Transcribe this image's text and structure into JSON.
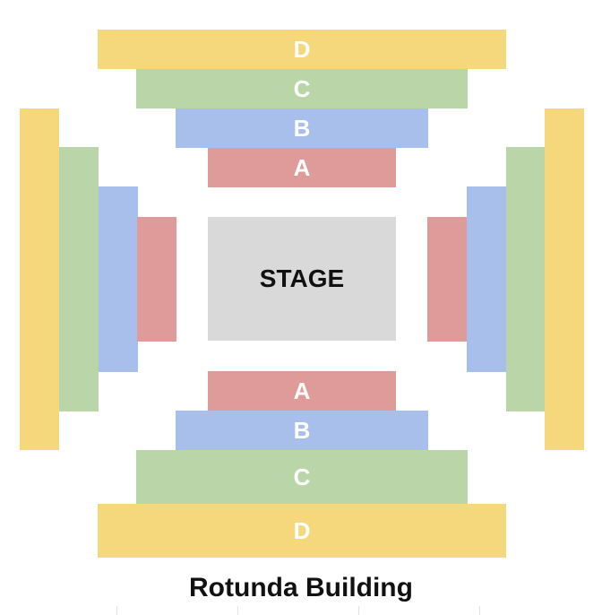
{
  "colors": {
    "A": "#df9a9a",
    "B": "#a8bfec",
    "C": "#bad6a8",
    "D": "#f6d87c",
    "stage": "#d9d9d9"
  },
  "stage": {
    "label": "STAGE"
  },
  "sections": {
    "top": {
      "A": "A",
      "B": "B",
      "C": "C",
      "D": "D"
    },
    "bottom": {
      "A": "A",
      "B": "B",
      "C": "C",
      "D": "D"
    }
  },
  "venue_name": "Rotunda Building"
}
